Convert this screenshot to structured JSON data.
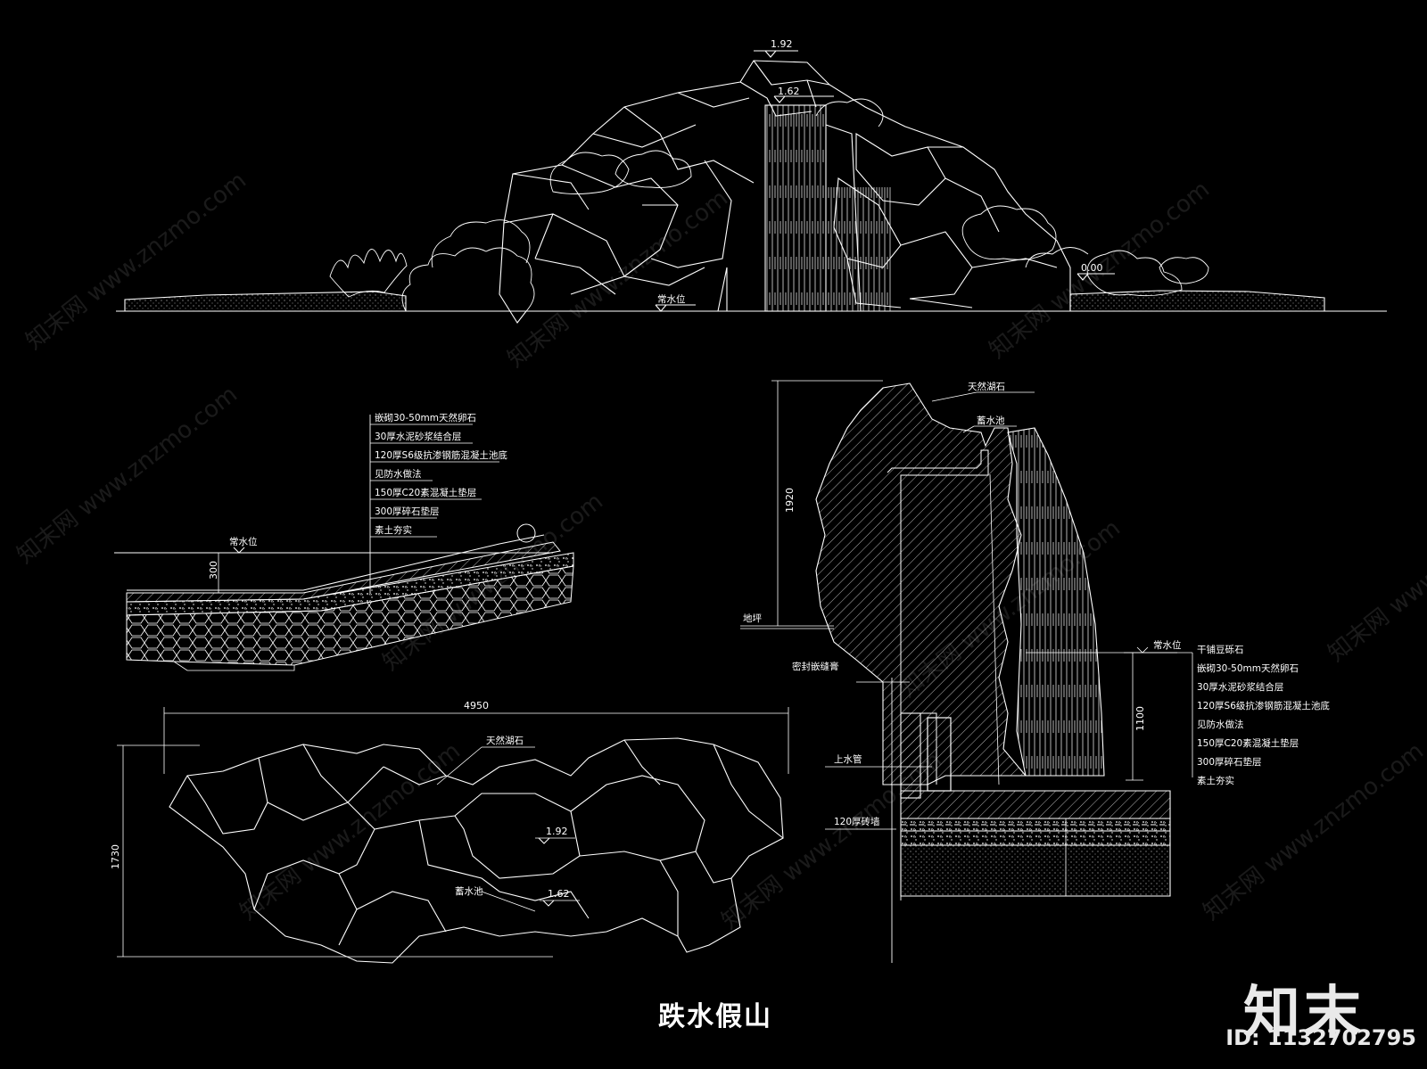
{
  "drawing": {
    "title": "跌水假山",
    "elevation": {
      "level_top": "1.92",
      "level_mid": "1.62",
      "level_base": "0.00",
      "normal_water_label": "常水位"
    },
    "section_left": {
      "layers": [
        "嵌砌30-50mm天然卵石",
        "30厚水泥砂浆结合层",
        "120厚S6级抗渗钢筋混凝土池底",
        "见防水做法",
        "150厚C20素混凝土垫层",
        "300厚碎石垫层",
        "素土夯实"
      ],
      "water_label": "常水位",
      "depth_dim": "300"
    },
    "plan": {
      "width_dim": "4950",
      "height_dim": "1730",
      "rock_label": "天然湖石",
      "pool_label": "蓄水池",
      "level_top": "1.92",
      "level_mid": "1.62"
    },
    "section_right": {
      "rock_label": "天然湖石",
      "pool_label": "蓄水池",
      "height_dim": "1920",
      "ground_label": "地坪",
      "sealant_label": "密封嵌缝膏",
      "pipe_label": "上水管",
      "wall_label": "120厚砖墙",
      "water_label": "常水位",
      "depth_dim": "1100",
      "layers": [
        "干铺豆砾石",
        "嵌砌30-50mm天然卵石",
        "30厚水泥砂浆结合层",
        "120厚S6级抗渗钢筋混凝土池底",
        "见防水做法",
        "150厚C20素混凝土垫层",
        "300厚碎石垫层",
        "素土夯实"
      ]
    }
  },
  "branding": {
    "logo_text": "知末",
    "id_text": "ID: 1132702795",
    "watermark_text": "知末网 www.znzmo.com"
  },
  "colors": {
    "background": "#000000",
    "line": "#ffffff"
  }
}
